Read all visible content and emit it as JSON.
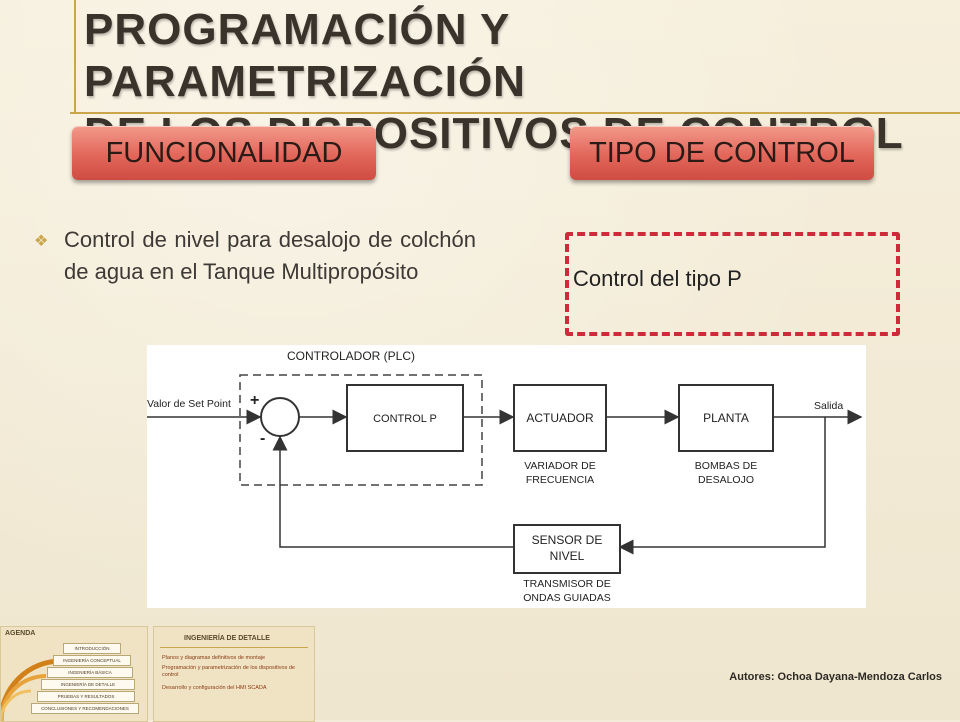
{
  "slide": {
    "title_line1": "PROGRAMACIÓN Y PARAMETRIZACIÓN",
    "title_line2": "DE LOS DISPOSITIVOS DE CONTROL"
  },
  "sections": {
    "funcionalidad": "FUNCIONALIDAD",
    "tipo_control": "TIPO DE CONTROL"
  },
  "bullet": {
    "text": "Control de nivel para desalojo de colchón de agua en el Tanque Multipropósito"
  },
  "control_type": {
    "text": "Control del tipo P"
  },
  "diagram": {
    "controller_label": "CONTROLADOR (PLC)",
    "input_label": "Valor de Set Point",
    "plus": "+",
    "minus": "-",
    "control_block": "CONTROL P",
    "actuator_block": "ACTUADOR",
    "actuator_sub1": "VARIADOR DE",
    "actuator_sub2": "FRECUENCIA",
    "plant_block": "PLANTA",
    "plant_sub1": "BOMBAS DE",
    "plant_sub2": "DESALOJO",
    "output_label": "Salida",
    "sensor_line1": "SENSOR DE",
    "sensor_line2": "NIVEL",
    "sensor_sub1": "TRANSMISOR DE",
    "sensor_sub2": "ONDAS GUIADAS"
  },
  "thumb_agenda": {
    "title": "AGENDA",
    "items": [
      "INTRODUCCIÓN",
      "INGENIERÍA CONCEPTUAL",
      "INGENIERÍA BÁSICA",
      "INGENIERÍA DE DETALLE",
      "PRUEBAS Y RESULTADOS",
      "CONCLUSIONES Y RECOMENDACIONES"
    ]
  },
  "thumb_detalle": {
    "title": "INGENIERÍA DE DETALLE",
    "items": [
      "Planos y diagramas definitivos de montaje",
      "Programación y parametrización de los dispositivos de control",
      "Desarrollo y configuración del HMI SCADA"
    ]
  },
  "footer": {
    "authors": "Autores: Ochoa Dayana-Mendoza Carlos"
  },
  "colors": {
    "accent": "#c9a64a",
    "pill": "#e2665a",
    "dashed": "#cf2a3a"
  }
}
